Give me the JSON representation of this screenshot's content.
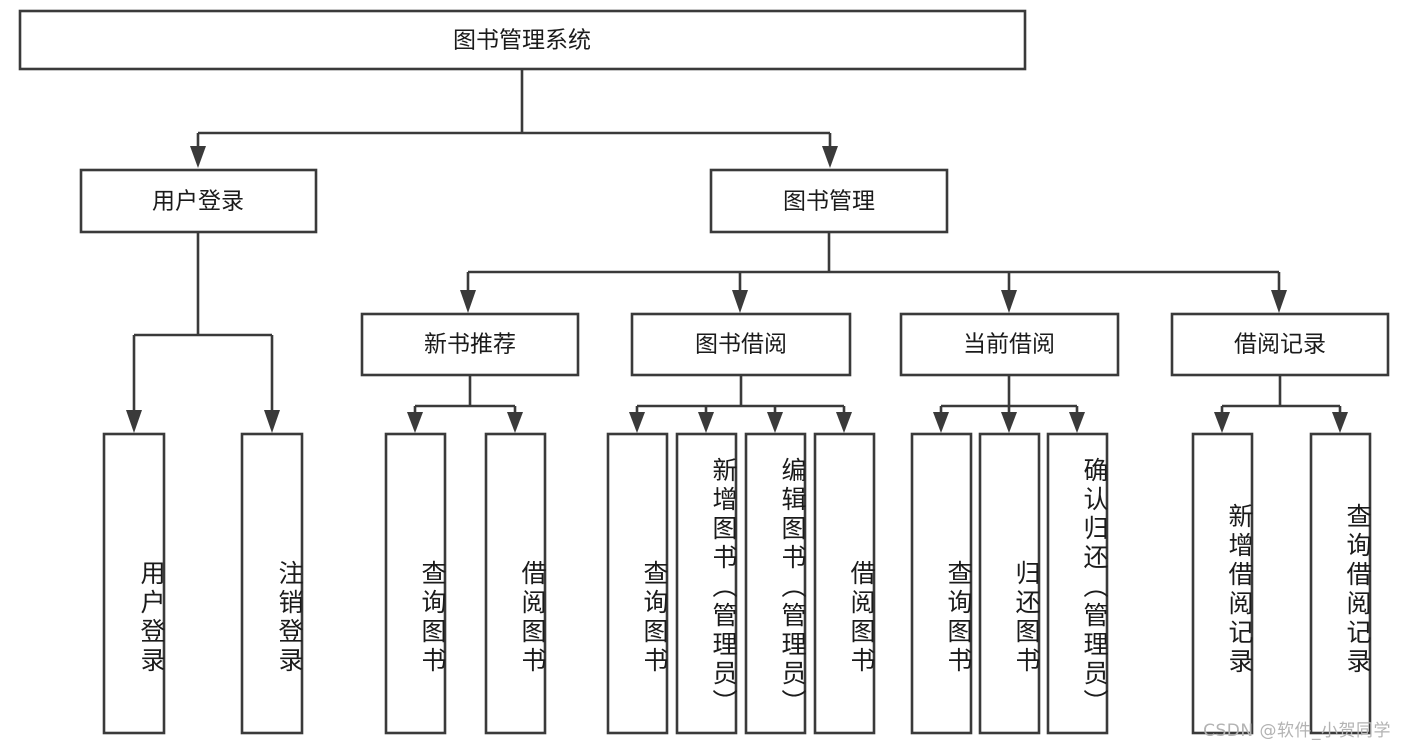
{
  "diagram": {
    "title": "图书管理系统",
    "type": "tree-structure-chart",
    "watermark": "CSDN @软件_小贺同学",
    "colors": {
      "box_stroke": "#3a3a3a",
      "box_fill": "#ffffff",
      "text": "#1b1b1b",
      "connector": "#3a3a3a",
      "watermark": "#b3b3b3",
      "background": "#ffffff"
    },
    "root": {
      "label": "图书管理系统"
    },
    "level2": [
      {
        "label": "用户登录"
      },
      {
        "label": "图书管理"
      }
    ],
    "level3": [
      {
        "label": "新书推荐"
      },
      {
        "label": "图书借阅"
      },
      {
        "label": "当前借阅"
      },
      {
        "label": "借阅记录"
      }
    ],
    "leaves": {
      "user_login": [
        {
          "label": "用户登录"
        },
        {
          "label": "注销登录"
        }
      ],
      "new_book_recommend": [
        {
          "label": "查询图书"
        },
        {
          "label": "借阅图书"
        }
      ],
      "book_borrow": [
        {
          "label": "查询图书"
        },
        {
          "label": "新增图书（管理员）"
        },
        {
          "label": "编辑图书（管理员）"
        },
        {
          "label": "借阅图书"
        }
      ],
      "current_borrow": [
        {
          "label": "查询图书"
        },
        {
          "label": "归还图书"
        },
        {
          "label": "确认归还（管理员）"
        }
      ],
      "borrow_record": [
        {
          "label": "新增借阅记录"
        },
        {
          "label": "查询借阅记录"
        }
      ]
    }
  }
}
